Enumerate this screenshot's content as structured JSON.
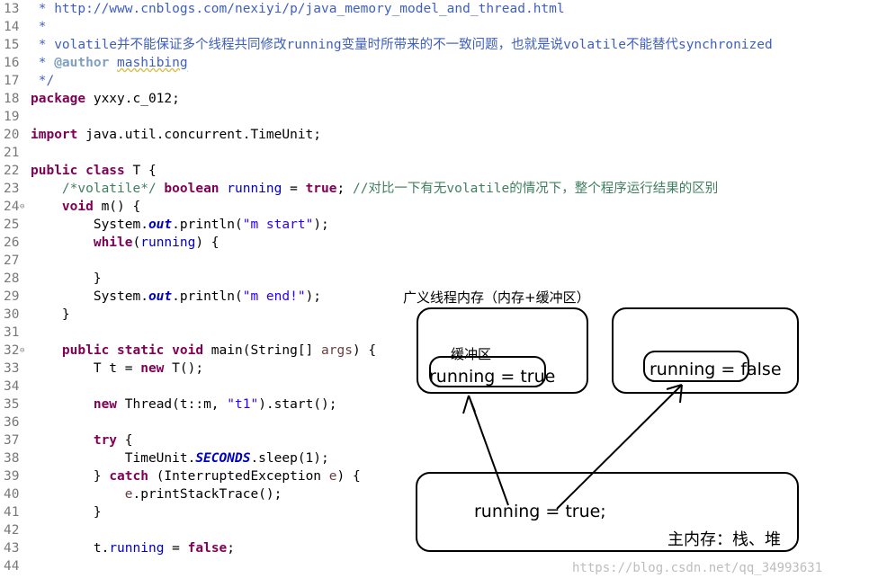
{
  "code_lines": [
    {
      "num": "13",
      "parts": [
        {
          "c": "jd",
          "t": " * http://www.cnblogs.com/nexiyi/p/java_memory_model_and_thread.html"
        }
      ]
    },
    {
      "num": "14",
      "parts": [
        {
          "c": "jd",
          "t": " *"
        }
      ]
    },
    {
      "num": "15",
      "parts": [
        {
          "c": "jd",
          "t": " * volatile并不能保证多个线程共同修改running变量时所带来的不一致问题，也就是说volatile不能替代synchronized"
        }
      ]
    },
    {
      "num": "16",
      "parts": [
        {
          "c": "jd",
          "t": " * "
        },
        {
          "c": "tag",
          "t": "@author"
        },
        {
          "c": "jd",
          "t": " "
        },
        {
          "c": "jd sqg",
          "t": "mashibing"
        }
      ]
    },
    {
      "num": "17",
      "parts": [
        {
          "c": "jd",
          "t": " */"
        }
      ]
    },
    {
      "num": "18",
      "parts": [
        {
          "c": "kw",
          "t": "package"
        },
        {
          "c": "",
          "t": " yxxy.c_012;"
        }
      ]
    },
    {
      "num": "19",
      "parts": []
    },
    {
      "num": "20",
      "parts": [
        {
          "c": "kw",
          "t": "import"
        },
        {
          "c": "",
          "t": " java.util.concurrent.TimeUnit;"
        }
      ]
    },
    {
      "num": "21",
      "parts": []
    },
    {
      "num": "22",
      "parts": [
        {
          "c": "kw",
          "t": "public class"
        },
        {
          "c": "",
          "t": " T {"
        }
      ]
    },
    {
      "num": "23",
      "parts": [
        {
          "c": "",
          "t": "    "
        },
        {
          "c": "cm",
          "t": "/*volatile*/"
        },
        {
          "c": "",
          "t": " "
        },
        {
          "c": "kw",
          "t": "boolean"
        },
        {
          "c": "",
          "t": " "
        },
        {
          "c": "fld",
          "t": "running"
        },
        {
          "c": "",
          "t": " = "
        },
        {
          "c": "kw",
          "t": "true"
        },
        {
          "c": "",
          "t": "; "
        },
        {
          "c": "cm",
          "t": "//对比一下有无volatile的情况下，整个程序运行结果的区别"
        }
      ]
    },
    {
      "num": "24",
      "fold": true,
      "parts": [
        {
          "c": "",
          "t": "    "
        },
        {
          "c": "kw",
          "t": "void"
        },
        {
          "c": "",
          "t": " m() {"
        }
      ]
    },
    {
      "num": "25",
      "parts": [
        {
          "c": "",
          "t": "        System."
        },
        {
          "c": "st",
          "t": "out"
        },
        {
          "c": "",
          "t": ".println("
        },
        {
          "c": "str",
          "t": "\"m start\""
        },
        {
          "c": "",
          "t": ");"
        }
      ]
    },
    {
      "num": "26",
      "parts": [
        {
          "c": "",
          "t": "        "
        },
        {
          "c": "kw",
          "t": "while"
        },
        {
          "c": "",
          "t": "("
        },
        {
          "c": "fld",
          "t": "running"
        },
        {
          "c": "",
          "t": ") {"
        }
      ]
    },
    {
      "num": "27",
      "parts": []
    },
    {
      "num": "28",
      "parts": [
        {
          "c": "",
          "t": "        }"
        }
      ]
    },
    {
      "num": "29",
      "parts": [
        {
          "c": "",
          "t": "        System."
        },
        {
          "c": "st",
          "t": "out"
        },
        {
          "c": "",
          "t": ".println("
        },
        {
          "c": "str",
          "t": "\"m end!\""
        },
        {
          "c": "",
          "t": ");"
        }
      ]
    },
    {
      "num": "30",
      "parts": [
        {
          "c": "",
          "t": "    }"
        }
      ]
    },
    {
      "num": "31",
      "parts": []
    },
    {
      "num": "32",
      "fold": true,
      "parts": [
        {
          "c": "",
          "t": "    "
        },
        {
          "c": "kw",
          "t": "public static void"
        },
        {
          "c": "",
          "t": " main(String[] "
        },
        {
          "c": "par",
          "t": "args"
        },
        {
          "c": "",
          "t": ") {"
        }
      ]
    },
    {
      "num": "33",
      "parts": [
        {
          "c": "",
          "t": "        T t = "
        },
        {
          "c": "kw",
          "t": "new"
        },
        {
          "c": "",
          "t": " T();"
        }
      ]
    },
    {
      "num": "34",
      "parts": []
    },
    {
      "num": "35",
      "parts": [
        {
          "c": "",
          "t": "        "
        },
        {
          "c": "kw",
          "t": "new"
        },
        {
          "c": "",
          "t": " Thread(t::m, "
        },
        {
          "c": "str",
          "t": "\"t1\""
        },
        {
          "c": "",
          "t": ").start();"
        }
      ]
    },
    {
      "num": "36",
      "parts": []
    },
    {
      "num": "37",
      "parts": [
        {
          "c": "",
          "t": "        "
        },
        {
          "c": "kw",
          "t": "try"
        },
        {
          "c": "",
          "t": " {"
        }
      ]
    },
    {
      "num": "38",
      "parts": [
        {
          "c": "",
          "t": "            TimeUnit."
        },
        {
          "c": "st",
          "t": "SECONDS"
        },
        {
          "c": "",
          "t": ".sleep(1);"
        }
      ]
    },
    {
      "num": "39",
      "parts": [
        {
          "c": "",
          "t": "        } "
        },
        {
          "c": "kw",
          "t": "catch"
        },
        {
          "c": "",
          "t": " (InterruptedException "
        },
        {
          "c": "par",
          "t": "e"
        },
        {
          "c": "",
          "t": ") {"
        }
      ]
    },
    {
      "num": "40",
      "parts": [
        {
          "c": "",
          "t": "            "
        },
        {
          "c": "par",
          "t": "e"
        },
        {
          "c": "",
          "t": ".printStackTrace();"
        }
      ]
    },
    {
      "num": "41",
      "parts": [
        {
          "c": "",
          "t": "        }"
        }
      ]
    },
    {
      "num": "42",
      "parts": []
    },
    {
      "num": "43",
      "parts": [
        {
          "c": "",
          "t": "        t."
        },
        {
          "c": "fld",
          "t": "running"
        },
        {
          "c": "",
          "t": " = "
        },
        {
          "c": "kw",
          "t": "false"
        },
        {
          "c": "",
          "t": ";"
        }
      ]
    },
    {
      "num": "44",
      "parts": []
    }
  ],
  "diagram": {
    "title": "广义线程内存（内存+缓冲区）",
    "buffer_label": "缓冲区",
    "thread_value": "running = true",
    "main_thread_value": "running = false",
    "main_memory_value": "running = true;",
    "main_memory_label": "主内存：栈、堆"
  },
  "watermark": "https://blog.csdn.net/qq_34993631"
}
